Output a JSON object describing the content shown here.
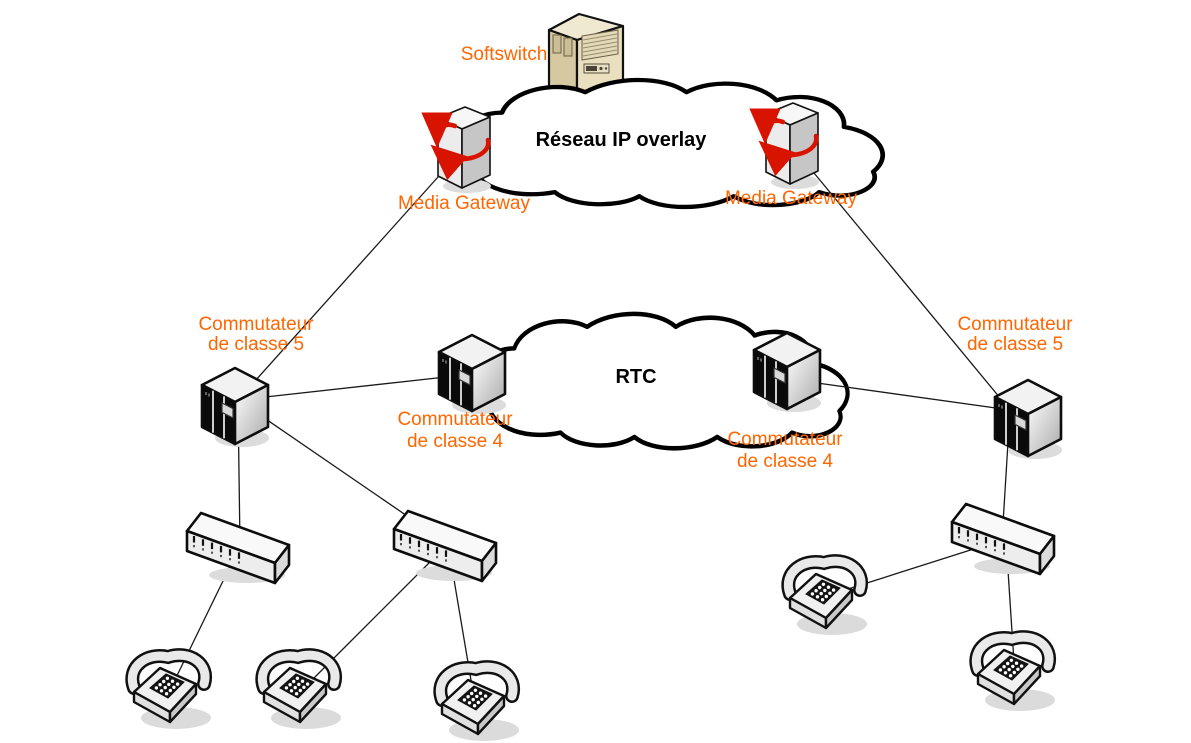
{
  "labels": {
    "softswitch": "Softswitch",
    "ip_overlay_cloud": "Réseau IP overlay",
    "rtc_cloud": "RTC",
    "media_gateway_left": "Media Gateway",
    "media_gateway_right": "Media Gateway",
    "class5_left": {
      "line1": "Commutateur",
      "line2": "de classe 5"
    },
    "class5_right": {
      "line1": "Commutateur",
      "line2": "de classe 5"
    },
    "class4_left": {
      "line1": "Commutateur",
      "line2": "de classe 4"
    },
    "class4_right": {
      "line1": "Commutateur",
      "line2": "de classe 4"
    }
  },
  "colors": {
    "label_orange": "#FF6600",
    "cloud_label_black": "#000000",
    "arrow_red": "#D81400",
    "line_black": "#1A1A1A",
    "background": "#FFFFFF"
  },
  "icons": {
    "softswitch": "server-tower-icon",
    "media_gateway": "gateway-box-red-loop-icon",
    "class_switch": "switch-cube-icon",
    "multiplexer": "access-multiplexer-icon",
    "telephone": "desk-phone-icon",
    "cloud": "network-cloud-icon"
  }
}
